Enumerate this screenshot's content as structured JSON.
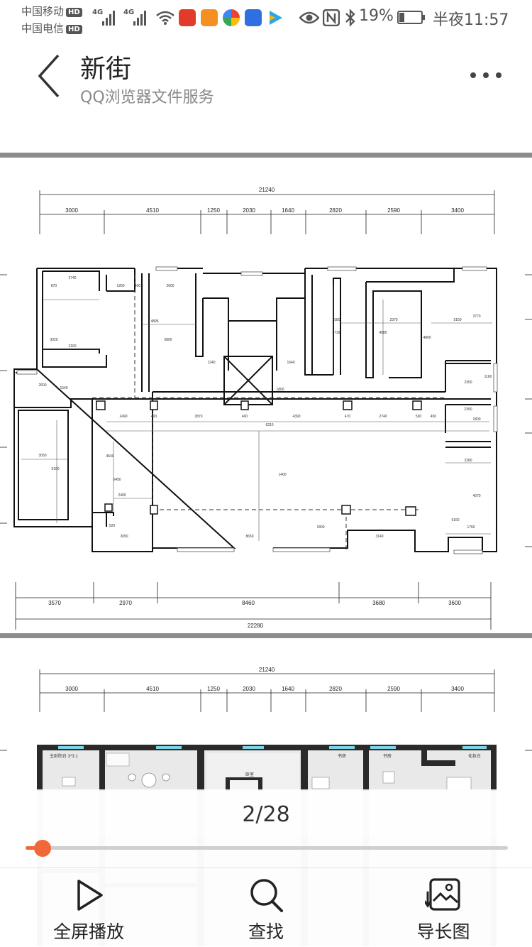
{
  "status_bar": {
    "carrier_1": "中国移动",
    "carrier_2": "中国电信",
    "hd_badge": "HD",
    "network_1": "4G",
    "network_2": "4G",
    "battery_percent": "19%",
    "time": "半夜11:57"
  },
  "header": {
    "title": "新街",
    "subtitle": "QQ浏览器文件服务"
  },
  "plan_1": {
    "overall_top": "21240",
    "top_dims": [
      "3000",
      "4510",
      "1250",
      "2030",
      "1640",
      "2820",
      "2590",
      "3400"
    ],
    "bottom_dims": [
      "3570",
      "2970",
      "8460",
      "3680",
      "3600"
    ],
    "overall_bottom": "22280",
    "room_dims": [
      "2740",
      "870",
      "1260",
      "400",
      "2600",
      "4895",
      "5800",
      "2580",
      "2370",
      "5160",
      "3770",
      "4739",
      "4580",
      "4800",
      "3020",
      "2160",
      "2600",
      "1540",
      "1240",
      "1640",
      "1800",
      "6210",
      "2490",
      "400",
      "3870",
      "400",
      "4390",
      "470",
      "2740",
      "530",
      "450",
      "3050",
      "5160",
      "4640",
      "6450",
      "2490",
      "2650",
      "8650",
      "1800",
      "3140",
      "5160",
      "1760",
      "2280",
      "1160",
      "2350",
      "1800",
      "2350",
      "1400",
      "4070",
      "520"
    ]
  },
  "plan_2": {
    "overall_top": "21240",
    "top_dims": [
      "3000",
      "4510",
      "1250",
      "2030",
      "1640",
      "2820",
      "2590",
      "3400"
    ],
    "room_labels": [
      "主卧阳台 3*3.1",
      "卧室",
      "书房",
      "化妆台"
    ]
  },
  "pager": {
    "current_page": 2,
    "total_pages": 28,
    "label": "2/28",
    "progress": 0.036
  },
  "toolbar": {
    "fullscreen_label": "全屏播放",
    "find_label": "查找",
    "export_label": "导长图"
  },
  "colors": {
    "accent": "#f0683a",
    "separator": "#8c8c8c"
  }
}
